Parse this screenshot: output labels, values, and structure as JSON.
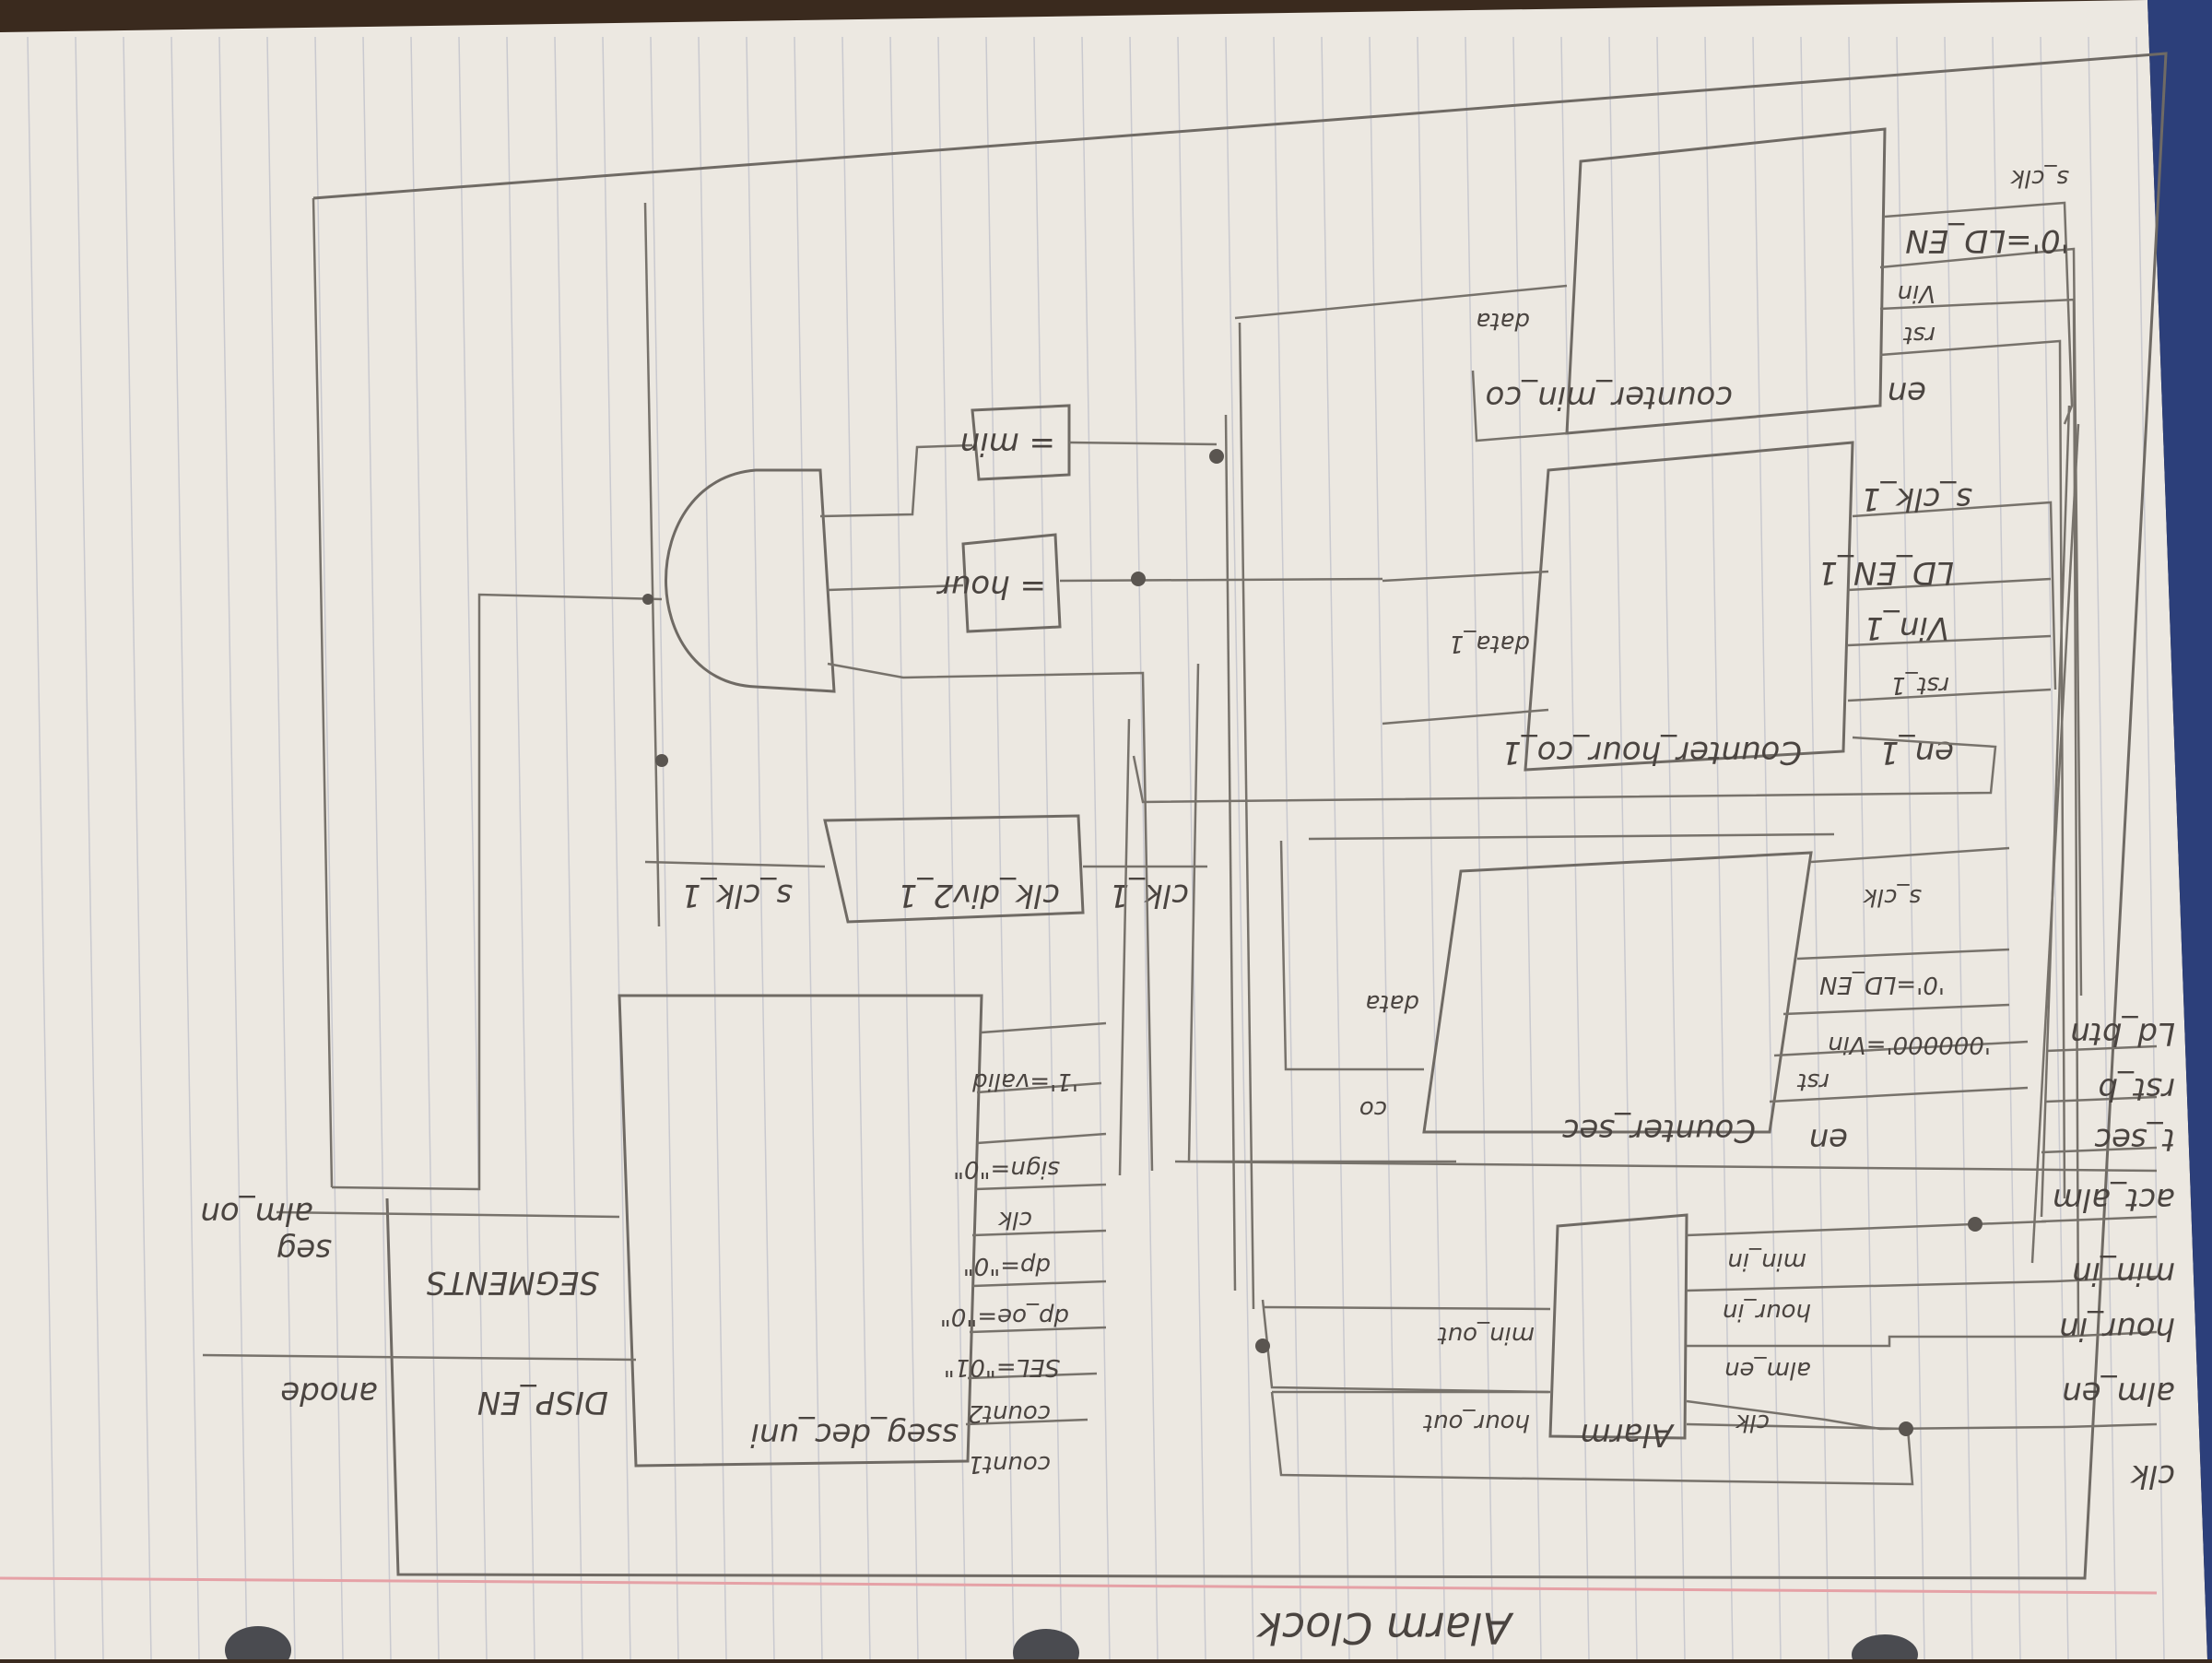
{
  "title": "Alarm Clock",
  "counter_min": {
    "name": "counter_min_co",
    "ports": [
      "en",
      "rst",
      "Vin",
      "'0'=LD_EN",
      "s_clk"
    ],
    "output": "data"
  },
  "counter_hour": {
    "name": "Counter_hour_co_1",
    "ports": [
      "en_1",
      "rst_1",
      "Vin_1",
      "LD_EN_1",
      "s_clk_1"
    ],
    "output": "data_1"
  },
  "counter_sec": {
    "name": "Counter_sec",
    "ports": [
      "en",
      "rst",
      "'000000'=Vin",
      "'0'=LD_EN",
      "s_clk"
    ],
    "output": "data",
    "co": "co"
  },
  "alarm": {
    "name": "Alarm",
    "inputs": [
      "clk",
      "alm_en",
      "hour_in",
      "min_in"
    ],
    "outputs": [
      "hour_out",
      "min_out"
    ]
  },
  "clk_div": {
    "name": "clk_div2_1",
    "input": "clk_1",
    "output": "s_clk_1"
  },
  "sseg": {
    "name": "sseg_dec_uni",
    "ports": [
      "count1",
      "count2",
      "SEL=\"01\"",
      "dp_oe=\"0\"",
      "dp=\"0\"",
      "clk",
      "sign=\"0\"",
      "'1'=valid"
    ],
    "outputs": [
      "DISP_EN",
      "SEGMENTS"
    ]
  },
  "comparators": {
    "min": "=\nmin",
    "hour": "=\nhour"
  },
  "outputs": {
    "anode": "anode",
    "seg": "seg",
    "alm_on": "alm_on"
  },
  "inputs": [
    "clk",
    "alm_en",
    "hour_in",
    "min_in",
    "act_alm",
    "t_sec",
    "rst_b",
    "Ld_btn"
  ]
}
